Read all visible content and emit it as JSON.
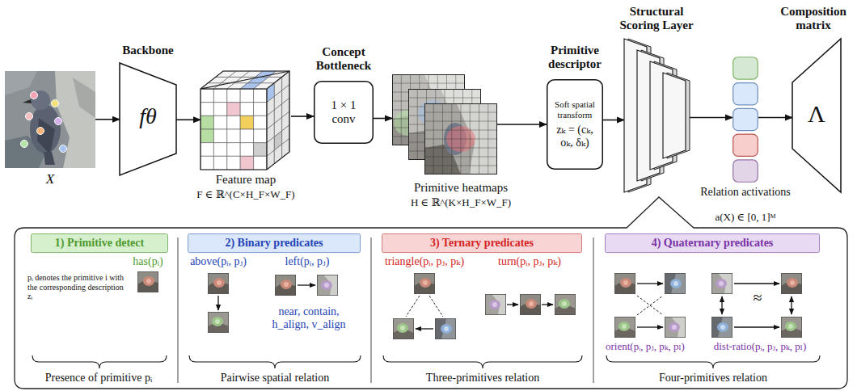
{
  "diagram": {
    "nodes": [
      {
        "text": [
          "X"
        ]
      },
      {
        "text": [
          "Backbone",
          "fθ"
        ]
      },
      {
        "text": [
          "Feature map",
          "F ∈ ℝ^(C×H_F×W_F)"
        ]
      },
      {
        "text": [
          "Concept Bottleneck",
          "1 × 1 conv"
        ]
      },
      {
        "text": [
          "Primitive heatmaps",
          "H ∈ ℝ^(K×H_F×W_F)"
        ]
      },
      {
        "text": [
          "Primitive descriptor",
          "Soft spatial transform",
          "zₖ = (cₖ, oₖ, δₖ)"
        ]
      },
      {
        "text": [
          "Structural Scoring Layer"
        ]
      },
      {
        "text": [
          "Relation activations",
          "a(X) ∈ [0, 1]ᴹ"
        ]
      },
      {
        "text": [
          "Composition matrix",
          "Λ"
        ]
      },
      {
        "text": [
          "1) Primitive detect"
        ]
      },
      {
        "text": [
          "2) Binary predicates"
        ]
      },
      {
        "text": [
          "3) Ternary predicates"
        ]
      },
      {
        "text": [
          "4) Quaternary predicates"
        ]
      }
    ],
    "edges": [
      {
        "from": 0,
        "to": 1,
        "arrow": "to"
      },
      {
        "from": 1,
        "to": 2,
        "arrow": "to"
      },
      {
        "from": 2,
        "to": 3,
        "arrow": "to"
      },
      {
        "from": 3,
        "to": 4,
        "arrow": "to"
      },
      {
        "from": 4,
        "to": 5,
        "arrow": "to"
      },
      {
        "from": 5,
        "to": 6,
        "arrow": "to"
      },
      {
        "from": 6,
        "to": 7,
        "arrow": "to"
      },
      {
        "from": 7,
        "to": 8,
        "arrow": "to"
      }
    ],
    "labels": [
      "pᵢ denotes the primitive i with the corresponding description zᵢ",
      "has(pᵢ)",
      "Presence of primitive pᵢ",
      "above(pᵢ, pⱼ)",
      "left(pᵢ, pⱼ)",
      "near, contain, h_align, v_align",
      "Pairwise spatial relation",
      "triangle(pᵢ, pⱼ, pₖ)",
      "turn(pᵢ, pⱼ, pₖ)",
      "Three-primitives relation",
      "orient(pᵢ, pⱼ, pₖ, pₗ)",
      "≈",
      "dist-ratio(pᵢ, pⱼ, pₖ, pₗ)",
      "Four-primitives relation"
    ]
  }
}
